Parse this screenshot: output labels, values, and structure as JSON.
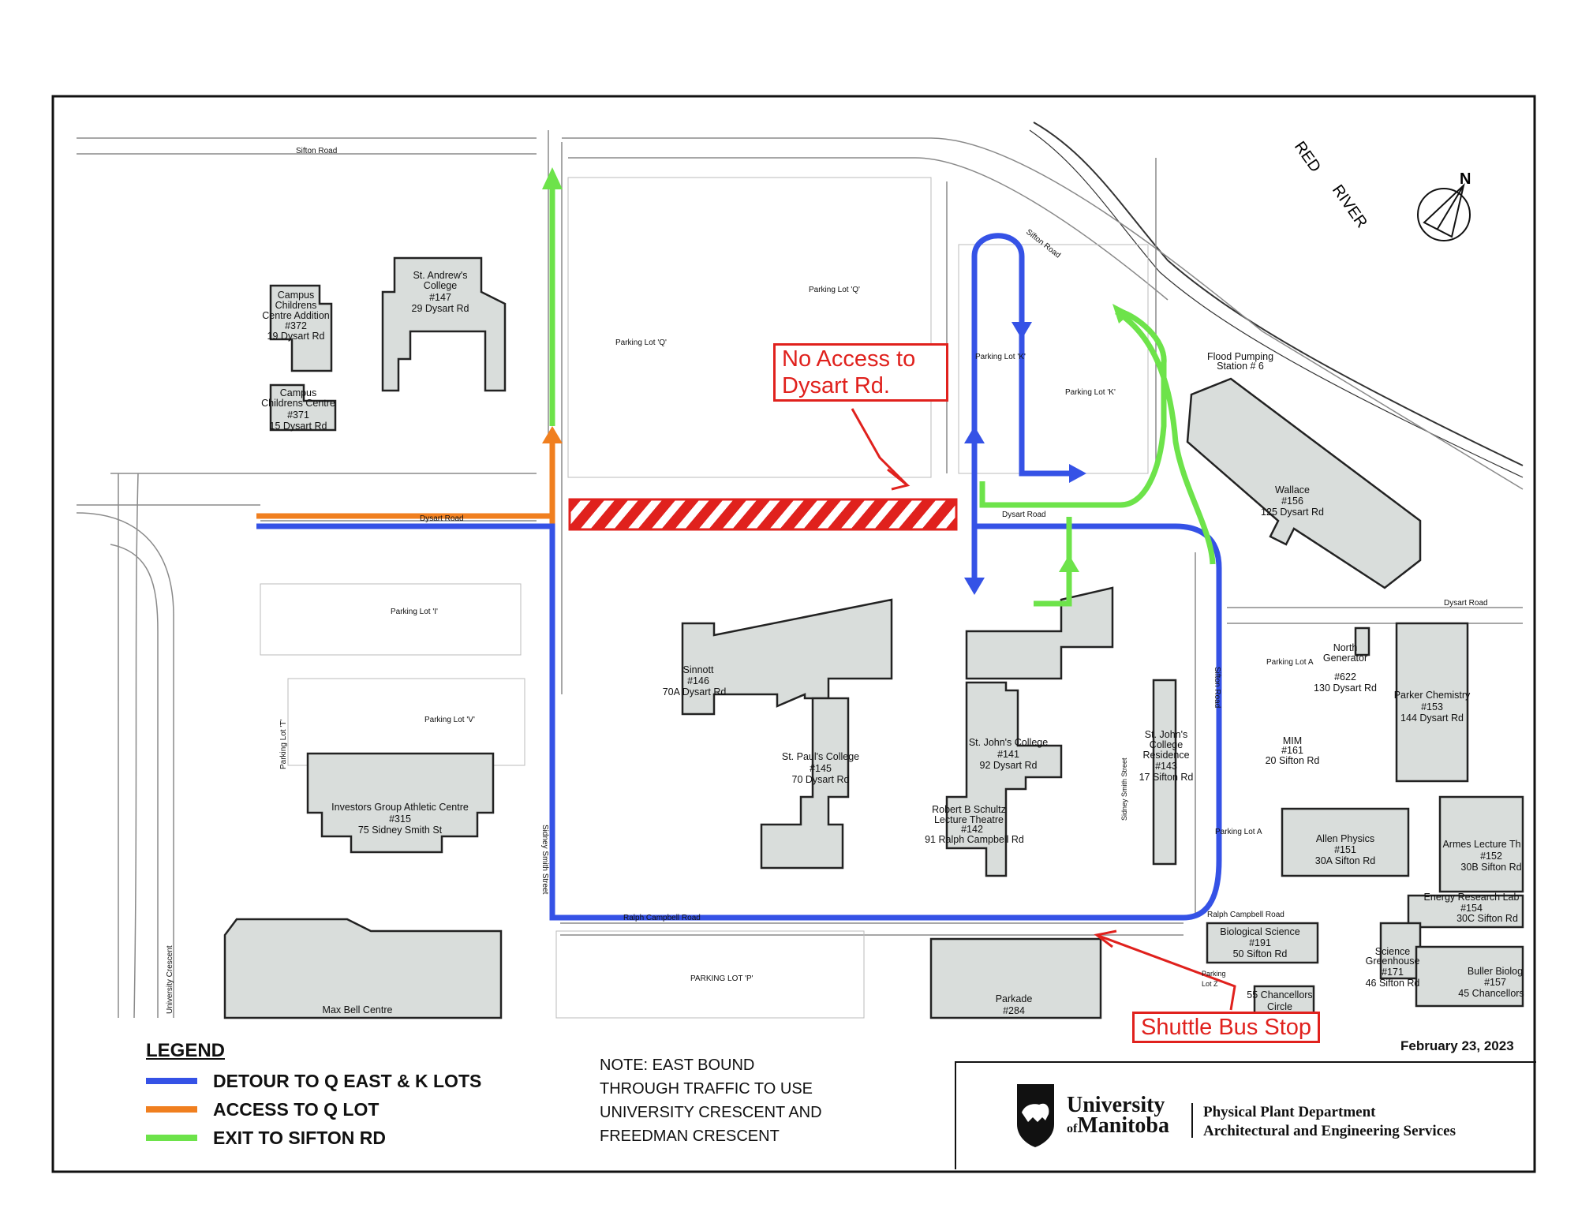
{
  "colors": {
    "detour_blue": "#3552e6",
    "access_orange": "#f07f1f",
    "exit_green": "#6de34a",
    "alert_red": "#e0211d",
    "building_fill": "#d9dddb"
  },
  "callouts": {
    "no_access_line1": "No Access to",
    "no_access_line2": "Dysart Rd.",
    "shuttle": "Shuttle Bus Stop"
  },
  "river": {
    "name_part1": "RED",
    "name_part2": "RIVER"
  },
  "compass": {
    "label": "N",
    "icon": "north-arrow-icon"
  },
  "roads": {
    "sifton_top": "Sifton  Road",
    "sifton_diag": "Sifton Road",
    "dysart_west": "Dysart Road",
    "dysart_center": "Dysart Road",
    "dysart_east": "Dysart Road",
    "sifton_vertical": "Sifton Road",
    "sidney_smith": "Sidney Smith Street",
    "sidney_smith_2": "Sidney Smith Street",
    "ralph_campbell": "Ralph Campbell Road",
    "ralph_campbell_east": "Ralph Campbell Road",
    "university_crescent": "University Crescent"
  },
  "lots": {
    "q1": "Parking Lot 'Q'",
    "q2": "Parking Lot 'Q'",
    "k1": "Parking Lot 'K'",
    "k2": "Parking Lot 'K'",
    "i": "Parking Lot 'I'",
    "v": "Parking Lot 'V'",
    "t": "Parking Lot 'T'",
    "p": "PARKING LOT 'P'",
    "a1": "Parking Lot A",
    "a2": "Parking Lot A",
    "z1": "Parking",
    "z2": "Lot Z"
  },
  "buildings": {
    "ccc_addition": [
      "Campus",
      "Childrens",
      "Centre Addition",
      "#372",
      "19 Dysart Rd"
    ],
    "ccc": [
      "Campus",
      "Childrens Centre",
      "#371",
      "15 Dysart Rd"
    ],
    "st_andrews": [
      "St. Andrew's",
      "College",
      "#147",
      "29 Dysart Rd"
    ],
    "flood": [
      "Flood Pumping",
      "Station  # 6"
    ],
    "wallace": [
      "Wallace",
      "#156",
      "125 Dysart Rd"
    ],
    "sinnott": [
      "Sinnott",
      "#146",
      "70A Dysart Rd"
    ],
    "st_pauls": [
      "St. Paul's College",
      "#145",
      "70 Dysart Rd"
    ],
    "st_johns": [
      "St. John's College",
      "#141",
      "92 Dysart Rd"
    ],
    "schultz": [
      "Robert B Schultz",
      "Lecture Theatre",
      "#142",
      "91 Ralph Campbell Rd"
    ],
    "sjc_res": [
      "St. John's",
      "College",
      "Residence",
      "#143",
      "17 Sifton Rd"
    ],
    "north_gen": [
      "North",
      "Generator",
      "#622",
      "130 Dysart Rd"
    ],
    "mim": [
      "MIM",
      "#161",
      "20 Sifton Rd"
    ],
    "parker": [
      "Parker Chemistry",
      "#153",
      "144 Dysart Rd"
    ],
    "allen": [
      "Allen Physics",
      "#151",
      "30A Sifton Rd"
    ],
    "armes": [
      "Armes Lecture Th",
      "#152",
      "30B Sifton Rd"
    ],
    "energy": [
      "Energy Research Lab",
      "#154",
      "30C Sifton Rd"
    ],
    "investors": [
      "Investors Group Athletic Centre",
      "#315",
      "75 Sidney Smith St"
    ],
    "max_bell": [
      "Max Bell Centre"
    ],
    "bio_sci": [
      "Biological Science",
      "#191",
      "50 Sifton Rd"
    ],
    "parkade": [
      "Parkade",
      "#284"
    ],
    "chancellors": [
      "55 Chancellors",
      "Circle"
    ],
    "greenhouse": [
      "Science",
      "Greenhouse",
      "#171",
      "46 Sifton Rd"
    ],
    "buller": [
      "Buller Biolog",
      "#157",
      "45 Chancellors"
    ]
  },
  "legend": {
    "title": "LEGEND",
    "items": [
      {
        "label": "DETOUR TO Q EAST & K LOTS",
        "color": "#3552e6"
      },
      {
        "label": "ACCESS TO Q LOT",
        "color": "#f07f1f"
      },
      {
        "label": "EXIT TO SIFTON RD",
        "color": "#6de34a"
      }
    ]
  },
  "note": {
    "lines": [
      "NOTE: EAST BOUND",
      "THROUGH TRAFFIC TO USE",
      "UNIVERSITY CRESCENT AND",
      "FREEDMAN CRESCENT"
    ]
  },
  "date": "February 23, 2023",
  "logo": {
    "university": "University",
    "of": "of",
    "manitoba": "Manitoba",
    "dept_line1": "Physical Plant Department",
    "dept_line2": "Architectural and Engineering Services",
    "crest_icon": "bison-shield-icon"
  }
}
